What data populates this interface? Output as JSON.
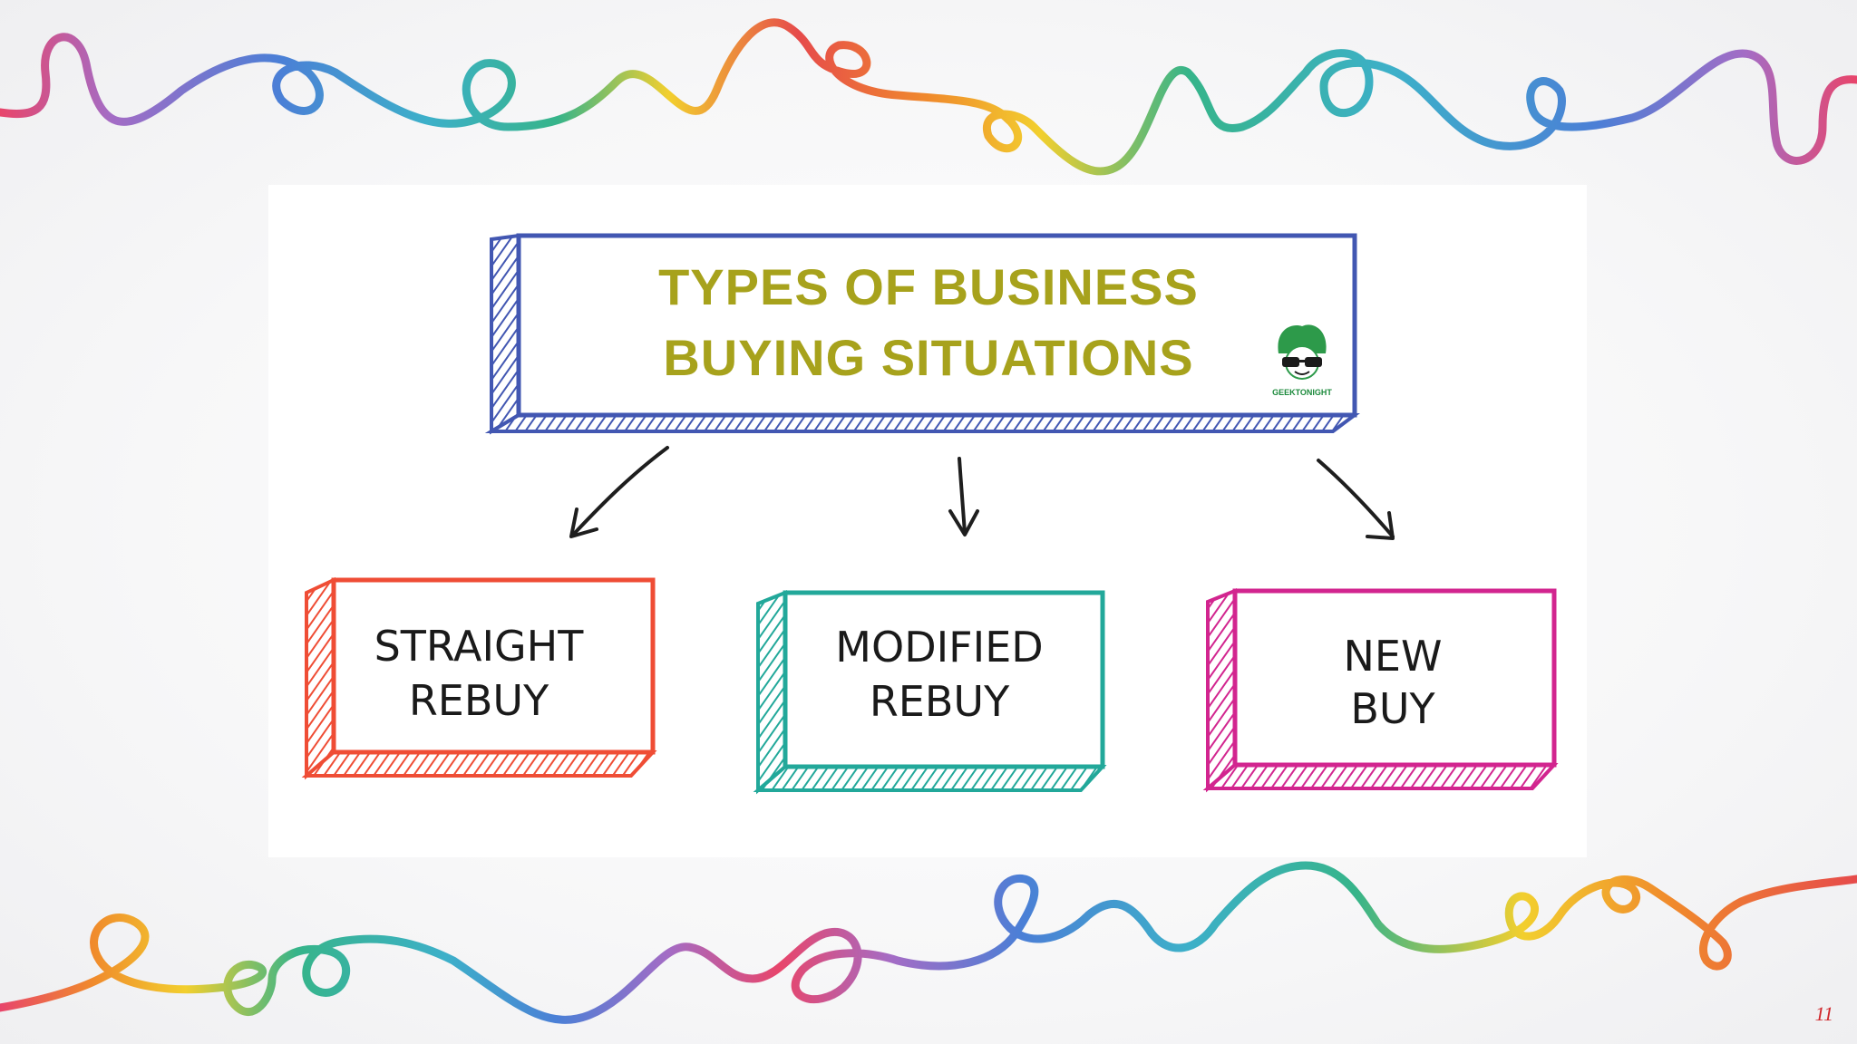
{
  "title": {
    "line1": "TYPES OF BUSINESS",
    "line2": "BUYING SITUATIONS"
  },
  "logo": {
    "icon": "geek-mascot-icon",
    "text": "GEEKTONIGHT"
  },
  "boxes": [
    {
      "line1": "STRAIGHT",
      "line2": "REBUY",
      "color": "#ef4d35"
    },
    {
      "line1": "MODIFIED",
      "line2": "REBUY",
      "color": "#22a89a"
    },
    {
      "line1": "NEW",
      "line2": "BUY",
      "color": "#d2258f"
    }
  ],
  "colors": {
    "title_box": "#4257b2",
    "title_text": "#a7a21c",
    "page_number": "#d0262b",
    "squiggle_palette": [
      "#e8456b",
      "#a46cc5",
      "#4b7fd6",
      "#3db0c9",
      "#36b48a",
      "#f2cf2e",
      "#f08a2c",
      "#e64b4b"
    ]
  },
  "page_number": "11"
}
